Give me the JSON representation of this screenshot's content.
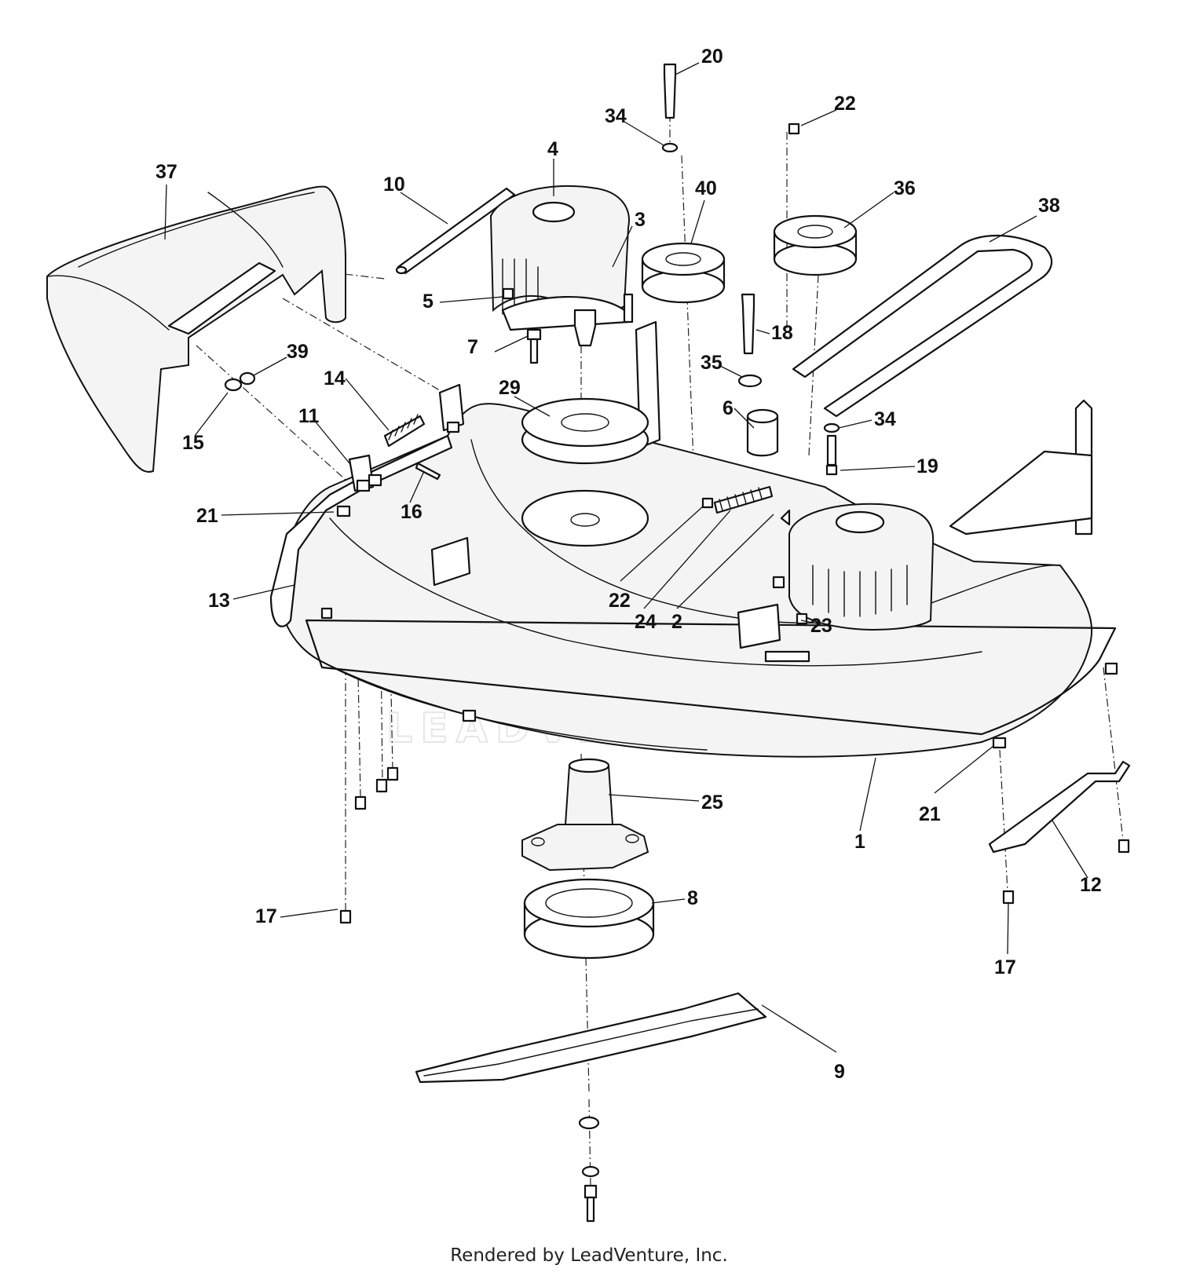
{
  "footer": "Rendered by LeadVenture, Inc.",
  "watermark": "LEADVENTURE",
  "callouts": {
    "c1": "1",
    "c2": "2",
    "c3": "3",
    "c4": "4",
    "c5": "5",
    "c6": "6",
    "c7": "7",
    "c8": "8",
    "c9": "9",
    "c10": "10",
    "c11": "11",
    "c12": "12",
    "c13": "13",
    "c14": "14",
    "c15": "15",
    "c16": "16",
    "c17a": "17",
    "c17b": "17",
    "c18": "18",
    "c19": "19",
    "c20": "20",
    "c21a": "21",
    "c21b": "21",
    "c22a": "22",
    "c22b": "22",
    "c23": "23",
    "c24": "24",
    "c25": "25",
    "c29": "29",
    "c34a": "34",
    "c34b": "34",
    "c35": "35",
    "c36": "36",
    "c37": "37",
    "c38": "38",
    "c39": "39",
    "c40": "40"
  }
}
